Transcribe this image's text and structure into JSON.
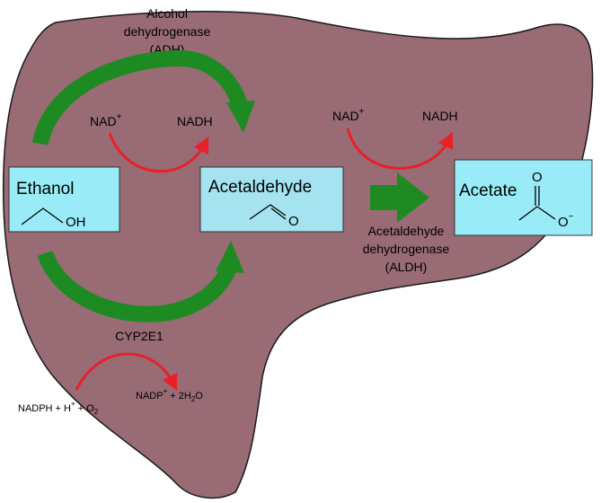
{
  "colors": {
    "liver_fill": "#996b75",
    "liver_stroke": "#1a1a1a",
    "box_fill": "#99ecf7",
    "box_fill_mid": "#a4e3ef",
    "green_arrow": "#1e8a22",
    "red_arrow": "#e8202a"
  },
  "icons": [
    "green-curved-arrow",
    "red-curved-arrow",
    "green-block-arrow"
  ],
  "labels": {
    "adh_line1": "Alcohol",
    "adh_line2": "dehydrogenase",
    "adh_line3": "(ADH)",
    "nad1_base": "NAD",
    "nad1_sup": "+",
    "nadh1": "NADH",
    "nad2_base": "NAD",
    "nad2_sup": "+",
    "nadh2": "NADH",
    "aldh_line1": "Acetaldehyde",
    "aldh_line2": "dehydrogenase",
    "aldh_line3": "(ALDH)",
    "cyp": "CYP2E1",
    "cofactor_left": {
      "p1": "NADPH + H",
      "p2": "+",
      "p3": " + O",
      "p4": "2"
    },
    "cofactor_right": {
      "p1": "NADP",
      "p2": "+",
      "p3": " + 2H",
      "p4": "2",
      "p5": "O"
    }
  },
  "boxes": {
    "ethanol": {
      "title": "Ethanol",
      "atom": "OH"
    },
    "acetaldehyde": {
      "title": "Acetaldehyde",
      "atom": "O"
    },
    "acetate": {
      "title": "Acetate",
      "atom_top": "O",
      "atom_right": "O",
      "charge": "−"
    }
  }
}
